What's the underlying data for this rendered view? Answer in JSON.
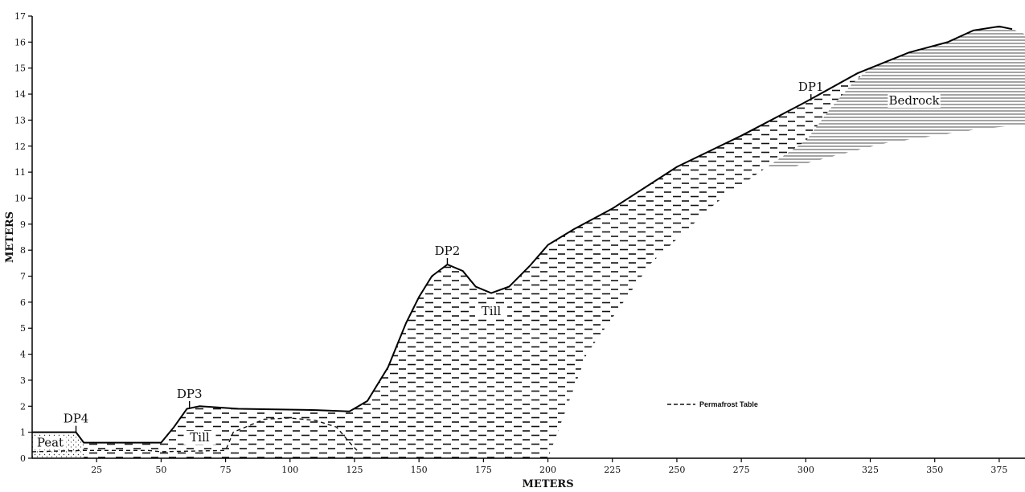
{
  "chart_data": {
    "type": "cross-section",
    "xlabel": "METERS",
    "ylabel": "METERS",
    "xlim": [
      0,
      385
    ],
    "ylim": [
      0,
      17
    ],
    "x_ticks": [
      25,
      50,
      75,
      100,
      125,
      150,
      175,
      200,
      225,
      250,
      275,
      300,
      325,
      350,
      375
    ],
    "y_ticks": [
      0,
      1,
      2,
      3,
      4,
      5,
      6,
      7,
      8,
      9,
      10,
      11,
      12,
      13,
      14,
      15,
      16,
      17
    ],
    "ground_surface": [
      [
        0,
        1.0
      ],
      [
        17,
        1.0
      ],
      [
        20,
        0.6
      ],
      [
        50,
        0.6
      ],
      [
        55,
        1.2
      ],
      [
        60,
        1.9
      ],
      [
        65,
        2.0
      ],
      [
        80,
        1.9
      ],
      [
        110,
        1.85
      ],
      [
        123,
        1.8
      ],
      [
        130,
        2.2
      ],
      [
        138,
        3.5
      ],
      [
        145,
        5.2
      ],
      [
        150,
        6.2
      ],
      [
        155,
        7.0
      ],
      [
        161,
        7.45
      ],
      [
        167,
        7.2
      ],
      [
        172,
        6.6
      ],
      [
        178,
        6.35
      ],
      [
        185,
        6.6
      ],
      [
        193,
        7.4
      ],
      [
        200,
        8.2
      ],
      [
        210,
        8.8
      ],
      [
        225,
        9.6
      ],
      [
        250,
        11.2
      ],
      [
        275,
        12.4
      ],
      [
        300,
        13.7
      ],
      [
        320,
        14.8
      ],
      [
        340,
        15.6
      ],
      [
        355,
        16.0
      ],
      [
        365,
        16.45
      ],
      [
        375,
        16.6
      ],
      [
        380,
        16.5
      ]
    ],
    "permafrost_table": [
      [
        0,
        0.25
      ],
      [
        20,
        0.3
      ],
      [
        45,
        0.3
      ],
      [
        50,
        0.25
      ],
      [
        75,
        0.3
      ],
      [
        78,
        1.0
      ],
      [
        90,
        1.5
      ],
      [
        100,
        1.55
      ],
      [
        110,
        1.45
      ],
      [
        118,
        1.2
      ],
      [
        124,
        0.5
      ],
      [
        126,
        0.3
      ]
    ],
    "till_base": [
      [
        200,
        0
      ],
      [
        215,
        4.0
      ],
      [
        240,
        7.5
      ],
      [
        265,
        9.8
      ],
      [
        285,
        11.2
      ],
      [
        300,
        12.2
      ],
      [
        310,
        13.5
      ],
      [
        318,
        14.4
      ],
      [
        325,
        15.0
      ]
    ],
    "bedrock_surface": [
      [
        285,
        11.2
      ],
      [
        300,
        12.2
      ],
      [
        310,
        13.5
      ],
      [
        318,
        14.4
      ],
      [
        325,
        15.0
      ]
    ],
    "units": [
      {
        "name": "Peat",
        "x": 7,
        "y": 0.45
      },
      {
        "name": "Till",
        "x": 65,
        "y": 0.65
      },
      {
        "name": "Till",
        "x": 178,
        "y": 5.5
      },
      {
        "name": "Bedrock",
        "x": 342,
        "y": 13.6
      }
    ],
    "sites": [
      {
        "name": "DP4",
        "x": 17,
        "y": 1.0
      },
      {
        "name": "DP3",
        "x": 61,
        "y": 1.95
      },
      {
        "name": "DP2",
        "x": 161,
        "y": 7.45
      },
      {
        "name": "DP1",
        "x": 302,
        "y": 13.75
      }
    ],
    "legend": {
      "label": "Permafrost Table",
      "position": "middle-right"
    }
  }
}
